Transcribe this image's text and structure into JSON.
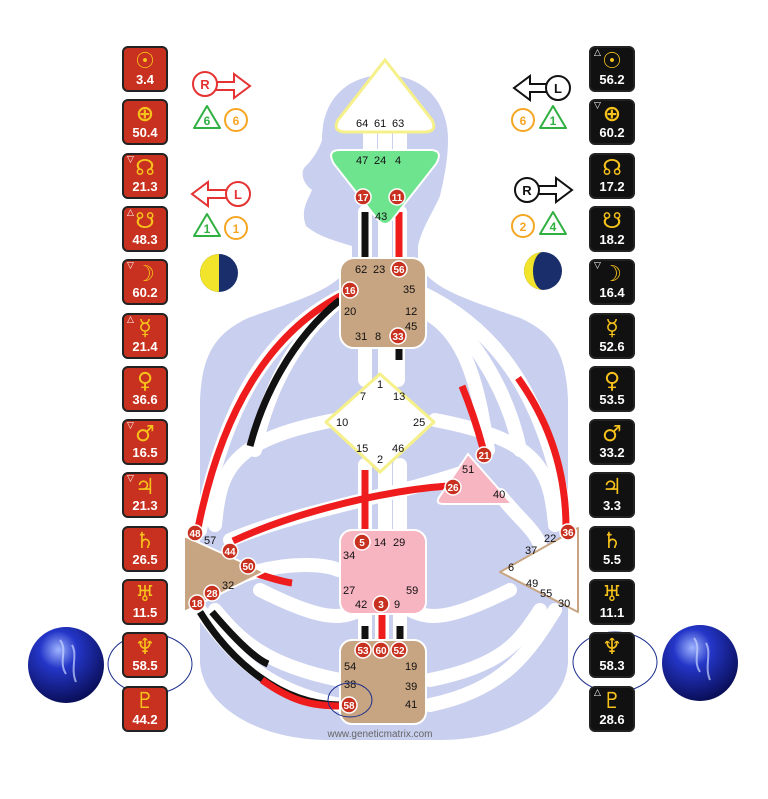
{
  "colors": {
    "personality_red": "#c8311f",
    "design_black": "#111111",
    "planet_gold": "#f7c21b",
    "body_silhouette": "#c9cfee",
    "channel_red": "#ee1c1c",
    "head_yellow_border": "#f5f08a",
    "ajna_green": "#6fe48f",
    "center_tan": "#c8a582",
    "center_pink": "#f7b4c1",
    "arrow_red": "#e53333",
    "variable_green": "#30b040",
    "variable_orange": "#f5a623",
    "moon_navy": "#1b2e6c",
    "moon_yellow": "#f2e42a"
  },
  "left_column": [
    {
      "icon": "sun-icon",
      "symbol": "☉",
      "value": "3.4",
      "mark": ""
    },
    {
      "icon": "earth-icon",
      "symbol": "⊕",
      "value": "50.4",
      "mark": ""
    },
    {
      "icon": "north-node-icon",
      "symbol": "☊",
      "value": "21.3",
      "mark": "▽"
    },
    {
      "icon": "south-node-icon",
      "symbol": "☋",
      "value": "48.3",
      "mark": "△"
    },
    {
      "icon": "moon-icon",
      "symbol": "☽",
      "value": "60.2",
      "mark": "▽"
    },
    {
      "icon": "mercury-icon",
      "symbol": "☿",
      "value": "21.4",
      "mark": "△"
    },
    {
      "icon": "venus-icon",
      "symbol": "♀",
      "value": "36.6",
      "mark": ""
    },
    {
      "icon": "mars-icon",
      "symbol": "♂",
      "value": "16.5",
      "mark": "▽"
    },
    {
      "icon": "jupiter-icon",
      "symbol": "♃",
      "value": "21.3",
      "mark": "▽"
    },
    {
      "icon": "saturn-icon",
      "symbol": "♄",
      "value": "26.5",
      "mark": ""
    },
    {
      "icon": "uranus-icon",
      "symbol": "♅",
      "value": "11.5",
      "mark": ""
    },
    {
      "icon": "neptune-icon",
      "symbol": "♆",
      "value": "58.5",
      "mark": ""
    },
    {
      "icon": "pluto-icon",
      "symbol": "♇",
      "value": "44.2",
      "mark": ""
    }
  ],
  "right_column": [
    {
      "icon": "sun-icon",
      "symbol": "☉",
      "value": "56.2",
      "mark": "△"
    },
    {
      "icon": "earth-icon",
      "symbol": "⊕",
      "value": "60.2",
      "mark": "▽"
    },
    {
      "icon": "north-node-icon",
      "symbol": "☊",
      "value": "17.2",
      "mark": ""
    },
    {
      "icon": "south-node-icon",
      "symbol": "☋",
      "value": "18.2",
      "mark": ""
    },
    {
      "icon": "moon-icon",
      "symbol": "☽",
      "value": "16.4",
      "mark": "▽"
    },
    {
      "icon": "mercury-icon",
      "symbol": "☿",
      "value": "52.6",
      "mark": ""
    },
    {
      "icon": "venus-icon",
      "symbol": "♀",
      "value": "53.5",
      "mark": ""
    },
    {
      "icon": "mars-icon",
      "symbol": "♂",
      "value": "33.2",
      "mark": ""
    },
    {
      "icon": "jupiter-icon",
      "symbol": "♃",
      "value": "3.3",
      "mark": ""
    },
    {
      "icon": "saturn-icon",
      "symbol": "♄",
      "value": "5.5",
      "mark": ""
    },
    {
      "icon": "uranus-icon",
      "symbol": "♅",
      "value": "11.1",
      "mark": ""
    },
    {
      "icon": "neptune-icon",
      "symbol": "♆",
      "value": "58.3",
      "mark": ""
    },
    {
      "icon": "pluto-icon",
      "symbol": "♇",
      "value": "28.6",
      "mark": "△"
    }
  ],
  "variables": {
    "left_top_arrow": "R",
    "left_top_nums": [
      "6",
      "6"
    ],
    "left_mid_arrow": "L",
    "left_mid_nums": [
      "1",
      "1"
    ],
    "right_top_arrow": "L",
    "right_top_nums": [
      "6",
      "1"
    ],
    "right_mid_arrow": "R",
    "right_mid_nums": [
      "2",
      "4"
    ]
  },
  "centers": {
    "head_gates": [
      "64",
      "61",
      "63"
    ],
    "ajna_gates": [
      "47",
      "24",
      "4"
    ],
    "ajna_active": [
      "17",
      "11"
    ],
    "ajna_bottom": "43",
    "throat_gates": [
      "62",
      "23",
      "35",
      "20",
      "12",
      "45",
      "31",
      "8"
    ],
    "throat_active": [
      "56",
      "16",
      "33"
    ],
    "g_gates": [
      "1",
      "7",
      "13",
      "10",
      "25",
      "15",
      "2",
      "46"
    ],
    "heart_gates": [
      "51",
      "40"
    ],
    "heart_active": [
      "21",
      "26"
    ],
    "sacral_gates": [
      "14",
      "29",
      "34",
      "27",
      "59",
      "42",
      "9"
    ],
    "sacral_active": [
      "5",
      "3"
    ],
    "spleen_gates": [
      "57",
      "32"
    ],
    "spleen_active": [
      "48",
      "44",
      "50",
      "28",
      "18"
    ],
    "solar_gates": [
      "22",
      "37",
      "6",
      "49",
      "55",
      "30"
    ],
    "solar_active": [
      "36"
    ],
    "root_gates": [
      "19",
      "54",
      "39",
      "38",
      "41"
    ],
    "root_active": [
      "53",
      "60",
      "52",
      "58"
    ]
  },
  "footer": "www.geneticmatrix.com"
}
